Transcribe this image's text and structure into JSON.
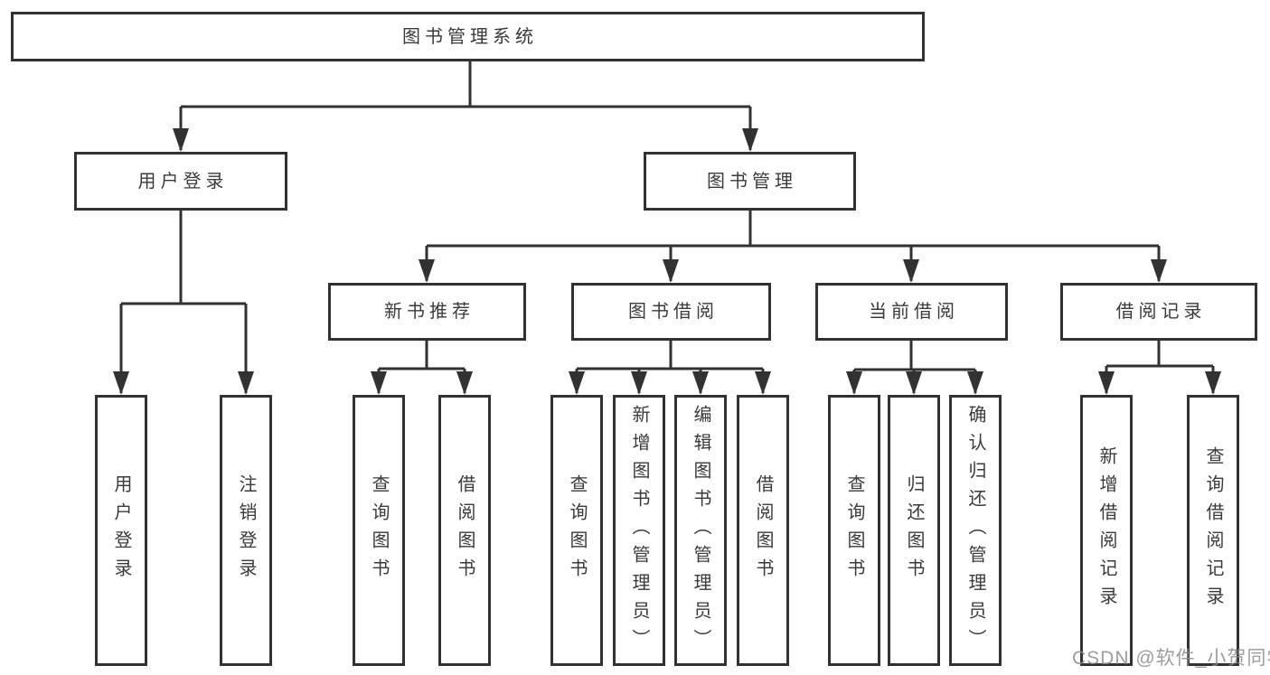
{
  "tree": {
    "root": {
      "label": "图书管理系统",
      "children": [
        {
          "label": "用户登录",
          "children": [
            {
              "label": "用户登录"
            },
            {
              "label": "注销登录"
            }
          ]
        },
        {
          "label": "图书管理",
          "children": [
            {
              "label": "新书推荐",
              "children": [
                {
                  "label": "查询图书"
                },
                {
                  "label": "借阅图书"
                }
              ]
            },
            {
              "label": "图书借阅",
              "children": [
                {
                  "label": "查询图书"
                },
                {
                  "label": "新增图书（管理员）"
                },
                {
                  "label": "编辑图书（管理员）"
                },
                {
                  "label": "借阅图书"
                }
              ]
            },
            {
              "label": "当前借阅",
              "children": [
                {
                  "label": "查询图书"
                },
                {
                  "label": "归还图书"
                },
                {
                  "label": "确认归还（管理员）"
                }
              ]
            },
            {
              "label": "借阅记录",
              "children": [
                {
                  "label": "新增借阅记录"
                },
                {
                  "label": "查询借阅记录"
                }
              ]
            }
          ]
        }
      ]
    }
  },
  "watermark": {
    "text": "CSDN @软件_小贺同学"
  },
  "colors": {
    "line": "#323232",
    "text": "#3a3a3a",
    "box_fill": "#ffffff",
    "watermark": "#8c8c8c",
    "background": "#ffffff"
  }
}
